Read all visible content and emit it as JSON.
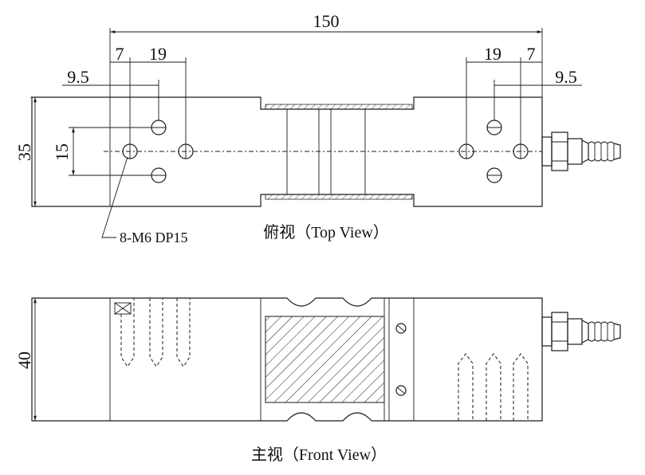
{
  "top_view": {
    "dims": {
      "overall_length": "150",
      "left_hole_offset_7": "7",
      "left_hole_spacing_19": "19",
      "left_center_9_5": "9.5",
      "right_hole_spacing_19": "19",
      "right_hole_offset_7": "7",
      "right_center_9_5": "9.5",
      "height_35": "35",
      "hole_spacing_15": "15"
    },
    "callout": "8-M6 DP15",
    "caption": "俯视（Top View）"
  },
  "front_view": {
    "dims": {
      "height_40": "40"
    },
    "caption": "主视（Front View）"
  }
}
